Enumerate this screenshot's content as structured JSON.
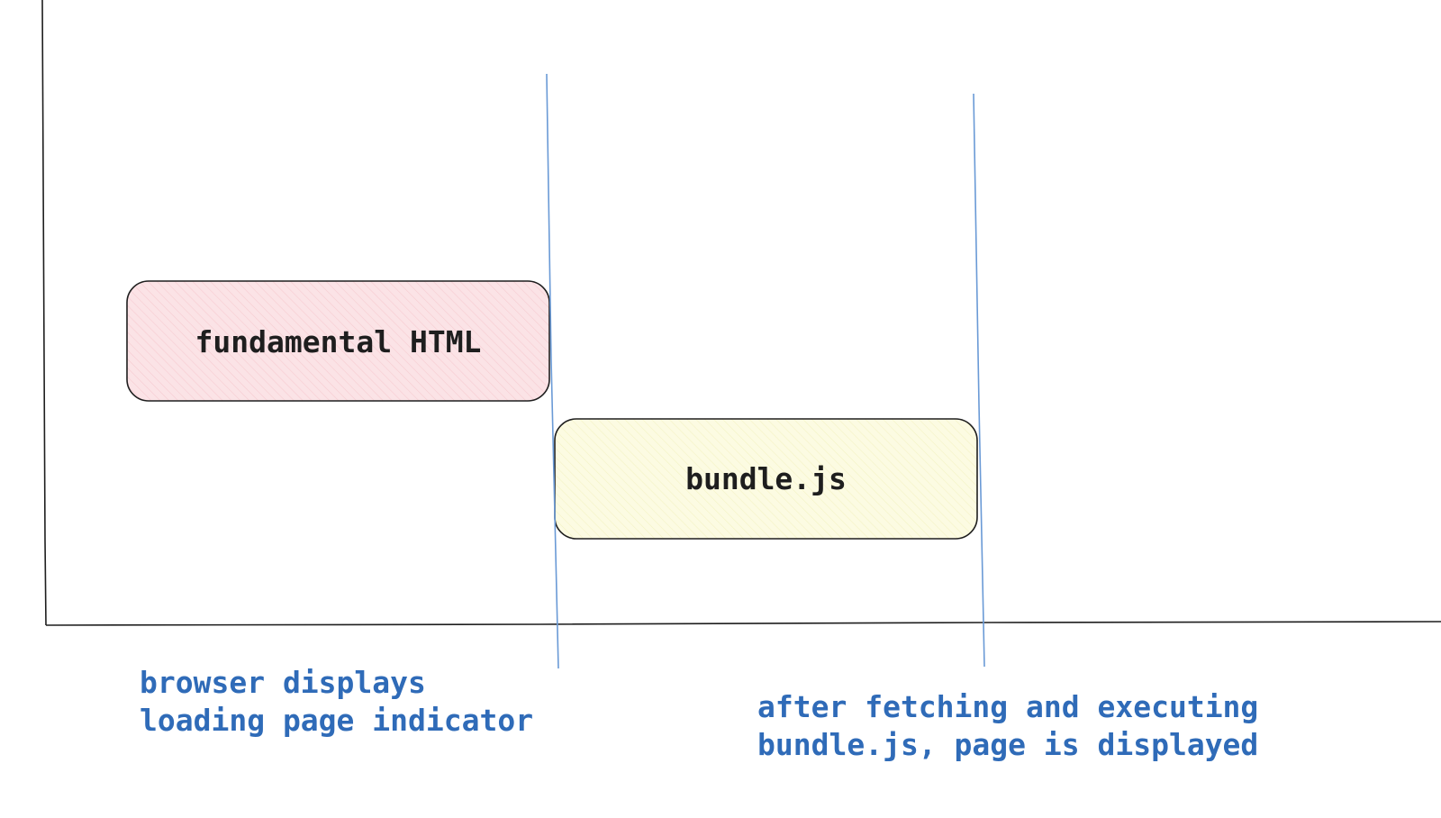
{
  "diagram": {
    "boxes": [
      {
        "id": "html",
        "label": "fundamental HTML",
        "fill": "#fbe3e6",
        "hatch": "#f2b8bf",
        "stroke": "#1e1e1e"
      },
      {
        "id": "bundle",
        "label": "bundle.js",
        "fill": "#fcfbe2",
        "hatch": "#ecebad",
        "stroke": "#1e1e1e"
      }
    ],
    "markers": [
      {
        "id": "loading",
        "lines": [
          "browser displays",
          "loading page indicator"
        ],
        "color": "#2f6bb8"
      },
      {
        "id": "displayed",
        "lines": [
          "after fetching and executing",
          "bundle.js, page is displayed"
        ],
        "color": "#2f6bb8"
      }
    ],
    "axis_color": "#1e1e1e",
    "marker_line_color": "#6a9ad6"
  }
}
